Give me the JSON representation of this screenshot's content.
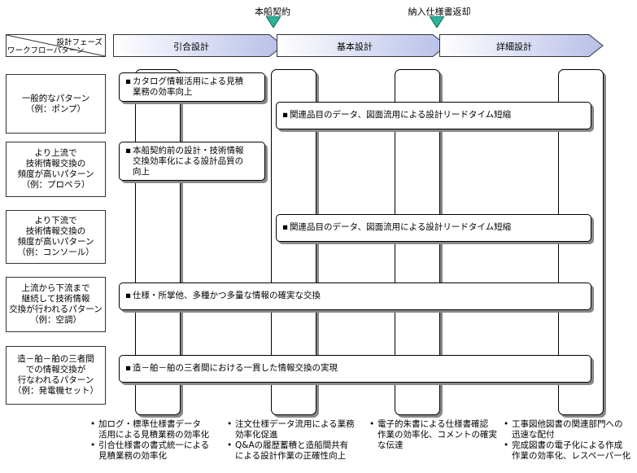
{
  "milestones": [
    {
      "label": "本船契約"
    },
    {
      "label": "納入仕様書返却"
    }
  ],
  "header_cell": {
    "top_label": "設計フェーズ",
    "bottom_label": "ワークフローパターン"
  },
  "phases": [
    {
      "label": "引合設計"
    },
    {
      "label": "基本設計"
    },
    {
      "label": "詳細設計"
    }
  ],
  "rows": [
    {
      "label": "一般的なパターン\n（例：ポンプ）"
    },
    {
      "label": "より上流で\n技術情報交換の\n頻度が高いパターン\n（例：プロペラ）"
    },
    {
      "label": "より下流で\n技術情報交換の\n頻度が高いパターン\n（例：コンソール）"
    },
    {
      "label": "上流から下流まで\n継続して技術情報\n交換が行われるパターン\n（例：空調）"
    },
    {
      "label": "造－舶－舶の三者間\nでの情報交換が\n行なわれるパターン\n（例：発電機セット）"
    }
  ],
  "boxes": [
    {
      "text": "カタログ情報活用による見積\n業務の効率向上"
    },
    {
      "text": "関連品目のデータ、図面流用による設計リードタイム短縮"
    },
    {
      "text": "本船契約前の設計・技術情報\n交換効率化による設計品質の\n向上"
    },
    {
      "text": "関連品目のデータ、図面流用による設計リードタイム短縮"
    },
    {
      "text": "仕様・所掌他、多種かつ多量な情報の確実な交換"
    },
    {
      "text": "造－舶－舶の三者間における一貫した情報交換の実現"
    }
  ],
  "bottom_notes": [
    {
      "items": [
        "加ログ・標準仕様書データ\n活用による見積業務の効率化",
        "引合仕様書の書式統一による\n見積業務の効率化"
      ]
    },
    {
      "items": [
        "注文仕様データ流用による業務\n効率化促進",
        "Q&Aの履歴蓄積と造船間共有\nによる設計作業の正確性向上"
      ]
    },
    {
      "items": [
        "電子的朱書による仕様書確認\n作業の効率化、コメントの確実\nな伝達"
      ]
    },
    {
      "items": [
        "工事図他図書の関連部門への\n迅速な配付",
        "完成図書の電子化による作成\n作業の効率化、レスペーパー化"
      ]
    }
  ],
  "colors": {
    "milestone": "#2bb39a",
    "phase_fill_light": "#ffffff",
    "phase_fill_dark": "#b8bfe8",
    "shadow": "#888888"
  }
}
